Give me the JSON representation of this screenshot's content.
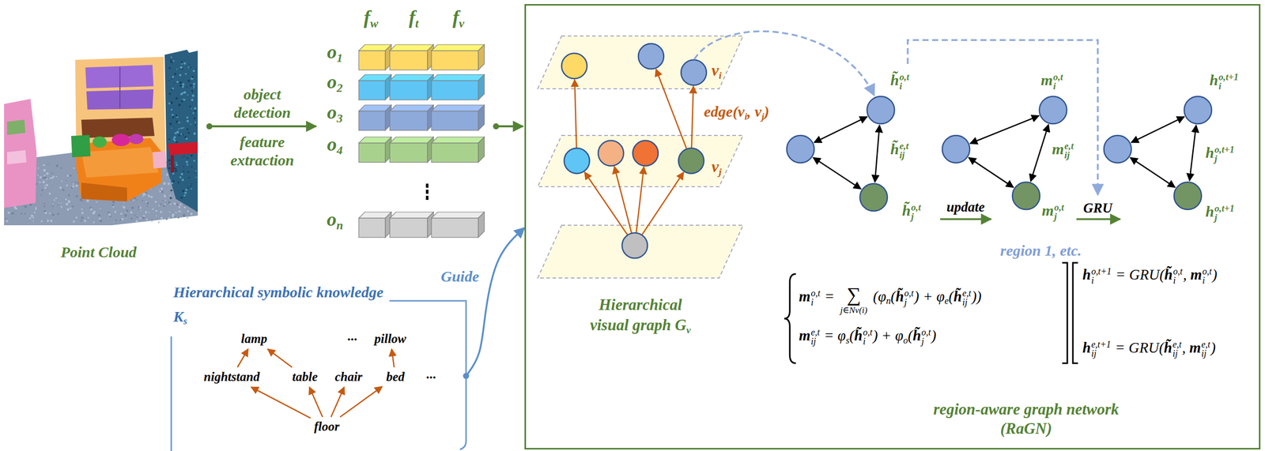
{
  "diagram": {
    "nodes": [
      {
        "text": [
          "Hierarchical visual graph Gv",
          "region-aware graph network (RaGN)"
        ]
      },
      {
        "text": [
          "Hierarchical symbolic knowledge Ks"
        ]
      },
      {
        "text": [
          "lamp"
        ],
        "in": 1
      },
      {
        "text": [
          "pillow"
        ],
        "in": 1
      },
      {
        "text": [
          "nightstand"
        ],
        "in": 1
      },
      {
        "text": [
          "table"
        ],
        "in": 1
      },
      {
        "text": [
          "chair"
        ],
        "in": 1
      },
      {
        "text": [
          "bed"
        ],
        "in": 1
      },
      {
        "text": [
          "floor"
        ],
        "in": 1
      }
    ],
    "edges": [
      {
        "from": 1,
        "to": 0,
        "arrow": "to",
        "label": "Guide"
      },
      {
        "from": 8,
        "to": 4,
        "arrow": "to"
      },
      {
        "from": 8,
        "to": 5,
        "arrow": "to"
      },
      {
        "from": 8,
        "to": 6,
        "arrow": "to"
      },
      {
        "from": 8,
        "to": 7,
        "arrow": "to"
      },
      {
        "from": 4,
        "to": 2,
        "arrow": "to"
      },
      {
        "from": 5,
        "to": 2,
        "arrow": "to"
      },
      {
        "from": 7,
        "to": 3,
        "arrow": "to"
      }
    ],
    "labels": [
      "Point Cloud",
      "object detection",
      "feature extraction",
      "fw",
      "ft",
      "fv",
      "o1",
      "o2",
      "o3",
      "o4",
      "on",
      "...",
      "...",
      "vi",
      "edge(vi, vj)",
      "vj",
      "h̃io,t",
      "h̃ije,t",
      "h̃jo,t",
      "mio,t",
      "mije,t",
      "mjo,t",
      "hio,t+1",
      "hjo,t+1",
      "hjo,t+1",
      "update",
      "GRU",
      "region 1, etc.",
      "mio,t = ∑j∈Nv(i) (φn(h̃jo,t) + φe(h̃ije,t))",
      "mije,t = φs(h̃io,t) + φo(h̃jo,t)",
      "hio,t+1 = GRU(h̃io,t, mio,t)",
      "hije,t+1 = GRU(h̃ije,t, mije,t)"
    ]
  }
}
